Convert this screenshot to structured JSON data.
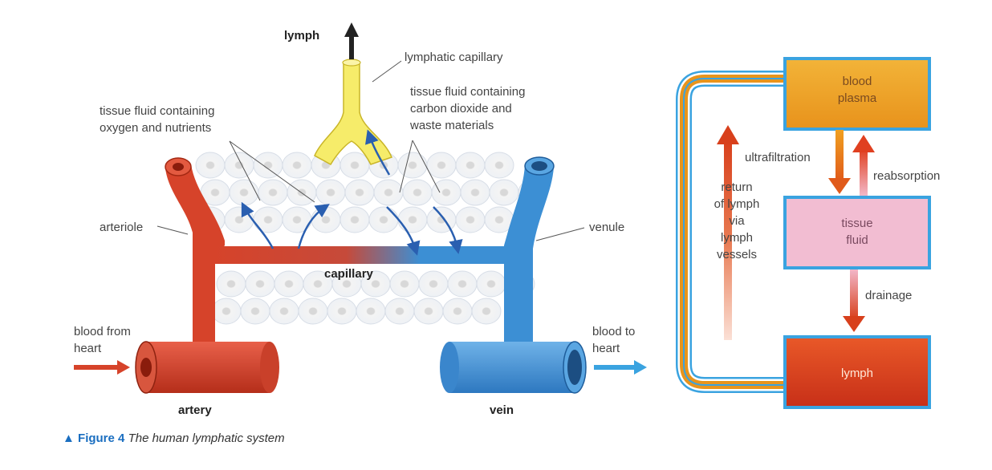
{
  "diagram": {
    "labels": {
      "lymph_top": "lymph",
      "lymphatic_capillary": "lymphatic capillary",
      "tissue_fluid_in": [
        "tissue fluid containing",
        "oxygen and nutrients"
      ],
      "tissue_fluid_out": [
        "tissue fluid containing",
        "carbon dioxide and",
        "waste materials"
      ],
      "arteriole": "arteriole",
      "venule": "venule",
      "capillary": "capillary",
      "blood_from_heart": [
        "blood from",
        "heart"
      ],
      "blood_to_heart": [
        "blood to",
        "heart"
      ],
      "artery": "artery",
      "vein": "vein"
    },
    "flow": {
      "blood_plasma": [
        "blood",
        "plasma"
      ],
      "tissue_fluid": [
        "tissue",
        "fluid"
      ],
      "lymph": "lymph",
      "ultrafiltration": "ultrafiltration",
      "reabsorption": "reabsorption",
      "drainage": "drainage",
      "return": [
        "return",
        "of lymph",
        "via",
        "lymph",
        "vessels"
      ]
    },
    "colors": {
      "artery": "#d6432a",
      "vein": "#3c8fd4",
      "lymph_vessel": "#f5e85a",
      "plasma_box": "#f0a830",
      "tissue_box": "#f0bcd2",
      "lymph_box": "#e04820",
      "box_border": "#3aa3e0"
    }
  },
  "caption": {
    "figure": "Figure 4",
    "title": "The human lymphatic system"
  }
}
